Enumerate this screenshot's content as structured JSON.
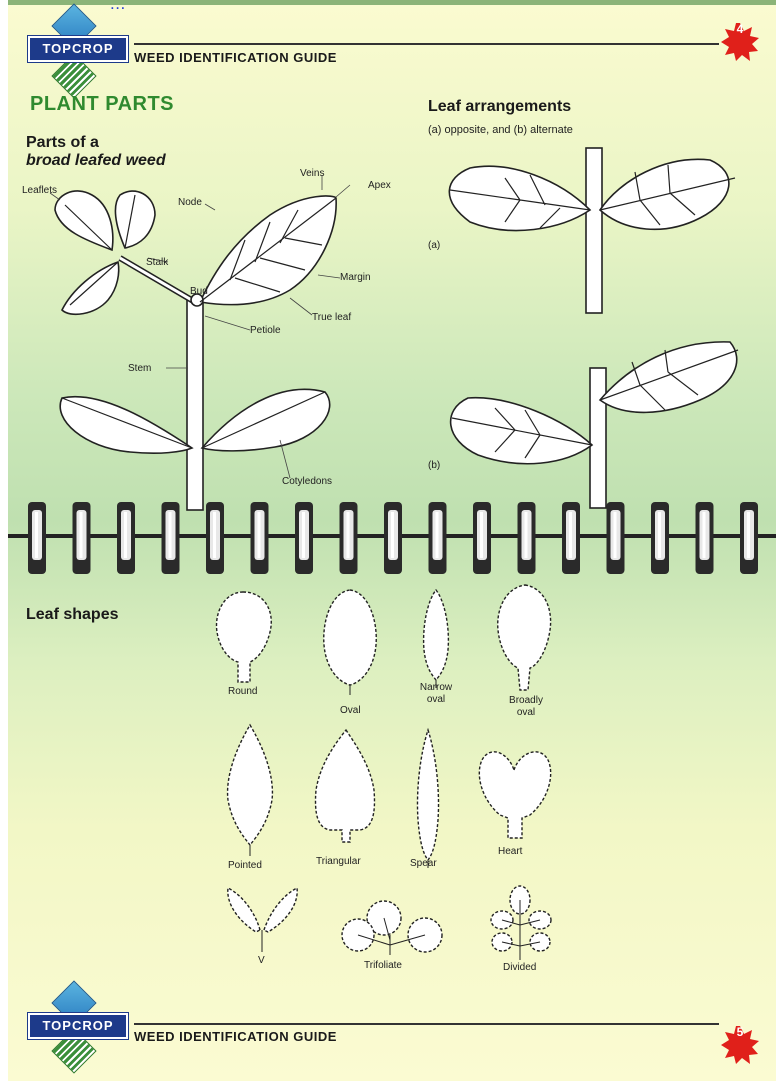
{
  "top_link": "...",
  "brand": {
    "logo_text": "TOPCROP",
    "guide_title": "WEED IDENTIFICATION GUIDE"
  },
  "page_numbers": {
    "top": "4",
    "bottom": "5"
  },
  "plant_parts": {
    "heading": "PLANT PARTS",
    "subheading_line1": "Parts of a",
    "subheading_line2": "broad leafed weed",
    "labels": {
      "leaflets": "Leaflets",
      "node": "Node",
      "veins": "Veins",
      "apex": "Apex",
      "stalk": "Stalk",
      "margin": "Margin",
      "bud": "Bud",
      "true_leaf": "True leaf",
      "petiole": "Petiole",
      "stem": "Stem",
      "cotyledons": "Cotyledons"
    }
  },
  "leaf_arrangements": {
    "heading": "Leaf arrangements",
    "subheading": "(a) opposite, and (b) alternate",
    "label_a": "(a)",
    "label_b": "(b)"
  },
  "leaf_shapes": {
    "heading": "Leaf shapes",
    "items": {
      "round": "Round",
      "oval": "Oval",
      "narrow_oval": "Narrow oval",
      "broadly_oval": "Broadly oval",
      "pointed": "Pointed",
      "triangular": "Triangular",
      "spear": "Spear",
      "heart": "Heart",
      "v": "V",
      "trifoliate": "Trifoliate",
      "divided": "Divided"
    }
  },
  "colors": {
    "heading_green": "#2f8a2f",
    "badge_red": "#e0201a",
    "logo_blue": "#1d3a8a"
  }
}
